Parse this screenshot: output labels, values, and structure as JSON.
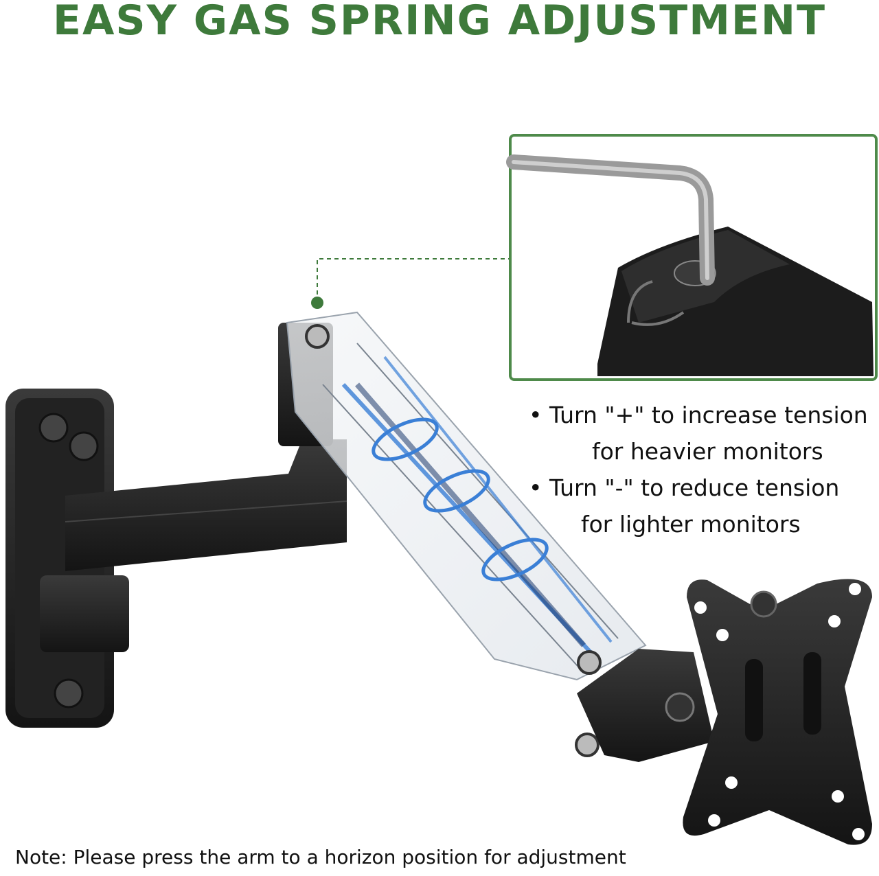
{
  "header": {
    "title": "EASY GAS SPRING ADJUSTMENT"
  },
  "instructions": {
    "bullet_1_line_1": "• Turn \"+\" to increase tension",
    "bullet_1_line_2": "for heavier monitors",
    "bullet_2_line_1": "• Turn \"-\" to reduce tension",
    "bullet_2_line_2": "for lighter monitors"
  },
  "footer": {
    "note": "Note: Please press the arm to a horizon position for adjustment"
  },
  "colors": {
    "accent_green": "#3e7a3b",
    "inset_border": "#4e8a4a",
    "metal_black": "#1f1f1f",
    "spring_blue": "#3a7fd6"
  },
  "icons": {
    "wall_plate": "wall-plate-icon",
    "allen_key": "allen-key-icon",
    "vesa_plate": "vesa-plate-icon"
  }
}
